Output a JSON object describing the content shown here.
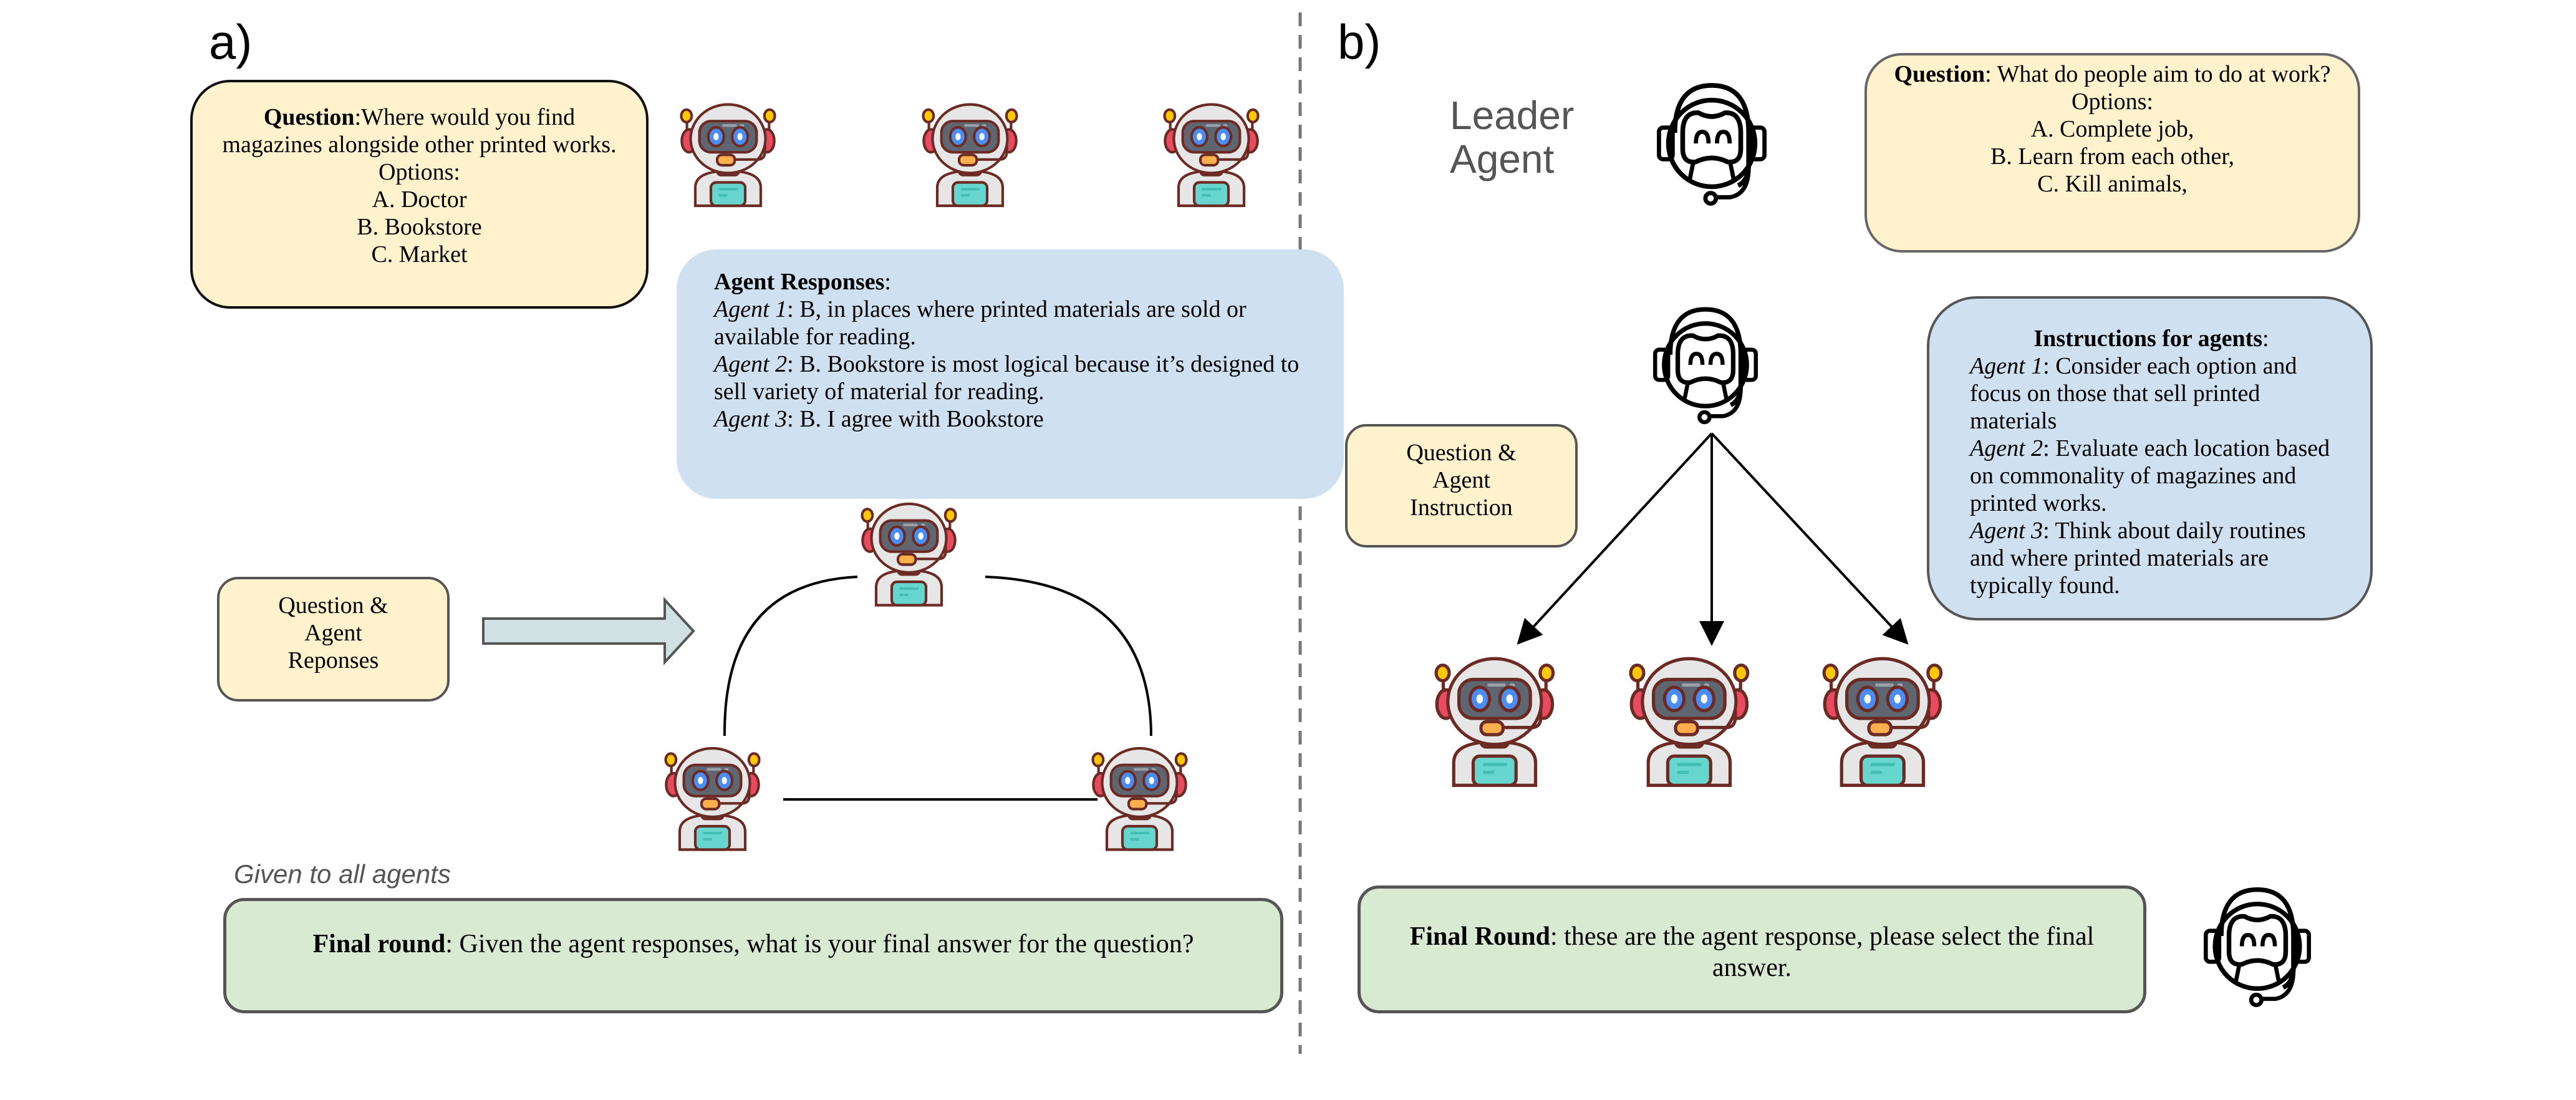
{
  "panel_a": {
    "label": "a)",
    "question_box": {
      "title": "Question",
      "text": ":Where would you find magazines alongside other printed works.",
      "options_label": "Options:",
      "options": [
        "A. Doctor",
        "B. Bookstore",
        "C. Market"
      ]
    },
    "agent_responses": {
      "title": "Agent Responses",
      "colon": ":",
      "items": [
        {
          "agent": "Agent 1",
          "text": ": B, in places where printed materials are sold or available for reading."
        },
        {
          "agent": "Agent 2",
          "text": ": B. Bookstore is most logical because it’s designed to sell variety of material for reading."
        },
        {
          "agent": "Agent 3",
          "text": ": B. I agree with Bookstore"
        }
      ]
    },
    "input_box": {
      "lines": [
        "Question &",
        "Agent",
        "Reponses"
      ]
    },
    "given_label": "Given to all agents",
    "final_round": {
      "title": "Final round",
      "text": ": Given the agent responses, what is your final answer for the question?"
    },
    "robot_icon": "robot-agent-icon"
  },
  "panel_b": {
    "label": "b)",
    "leader_label": [
      "Leader",
      "Agent"
    ],
    "question_box": {
      "title": "Question",
      "text": ": What do people aim to do at work?",
      "options_label": "Options:",
      "options": [
        "A. Complete job,",
        "B. Learn from each other,",
        "C. Kill animals,"
      ]
    },
    "input_box": {
      "lines": [
        "Question &",
        "Agent",
        "Instruction"
      ]
    },
    "instructions": {
      "title": "Instructions for agents",
      "colon": ":",
      "items": [
        {
          "agent": "Agent 1",
          "text": ": Consider each option and focus on those that sell printed materials"
        },
        {
          "agent": "Agent 2",
          "text": ": Evaluate each location based on commonality of magazines and printed works."
        },
        {
          "agent": "Agent 3",
          "text": ": Think about daily routines and where printed materials are typically found."
        }
      ]
    },
    "final_round": {
      "title": "Final Round",
      "text": ": these are the agent response, please select the final answer."
    },
    "leader_icon": "leader-robot-outline-icon"
  },
  "colors": {
    "question_fill": "#fff2cc",
    "response_fill": "#cfe0f1",
    "final_fill": "#d9ead3",
    "arrow_fill": "#d0e0e3",
    "divider": "#777777"
  }
}
